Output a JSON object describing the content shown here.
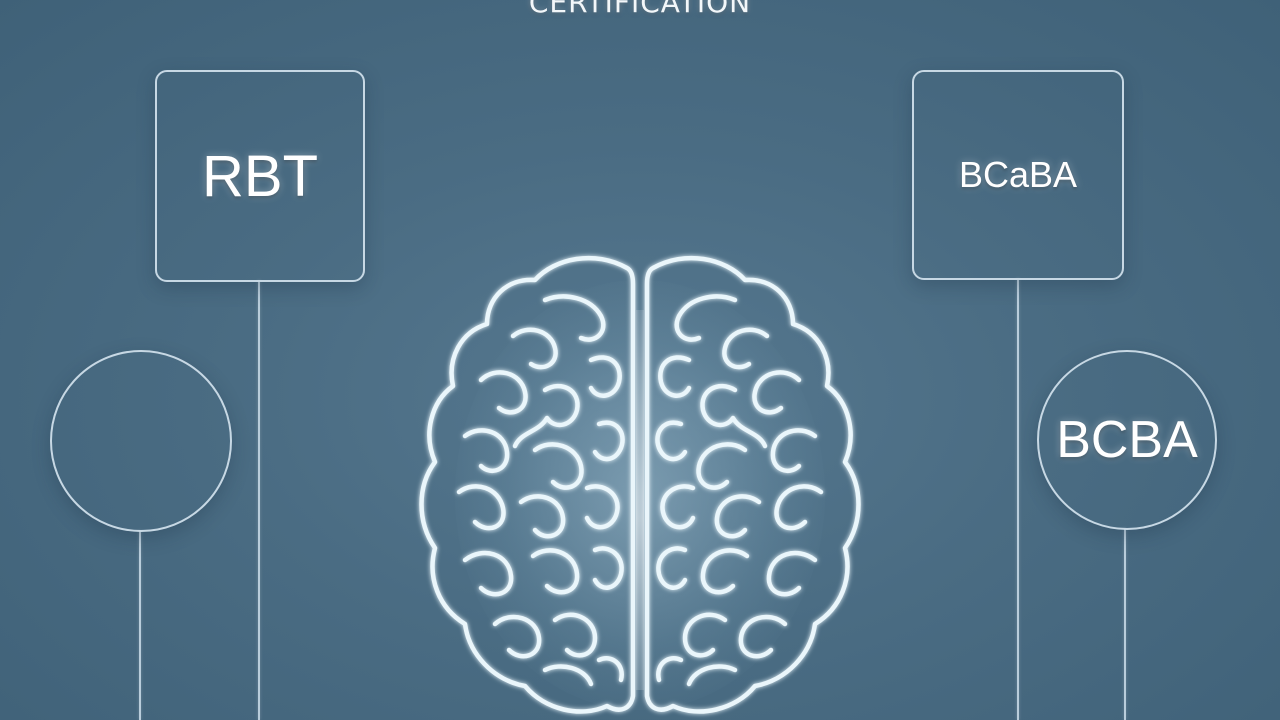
{
  "title": "CERTIFICATION",
  "nodes": {
    "box_left": "RBT",
    "box_right": "BCaBA",
    "circle_left": "",
    "circle_right": "BCBA"
  },
  "colors": {
    "background": "#4a6c83",
    "outline": "#c7d8e4",
    "brain": "#eaf6fb",
    "text": "#ffffff"
  },
  "icons": {
    "center": "brain-icon"
  }
}
